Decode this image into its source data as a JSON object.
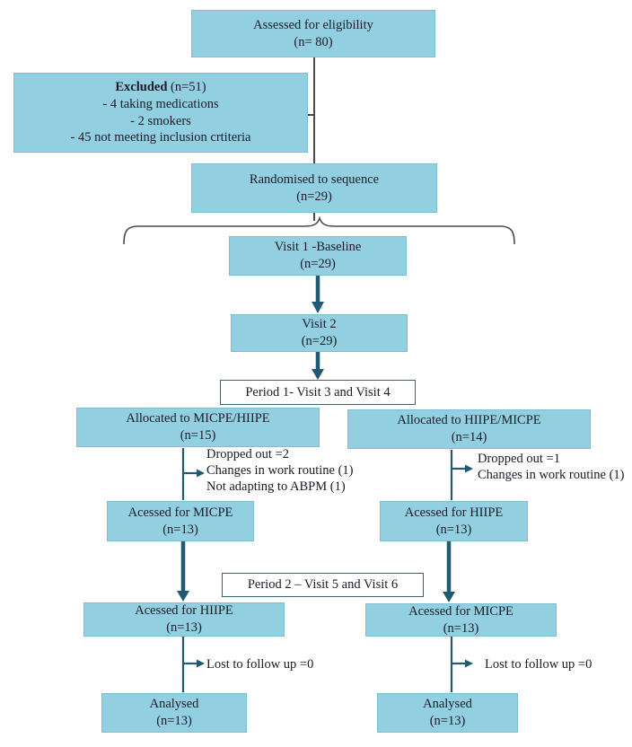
{
  "palette": {
    "box_fill": "#92cfe0",
    "box_border": "#7bbdd3",
    "arrow_color": "#1f5a73",
    "line_color": "#4a4a4a",
    "period_border": "#41626c",
    "text_color": "#1b1b28"
  },
  "nodes": {
    "assessed": {
      "line1": "Assessed for eligibility",
      "line2": "(n= 80)"
    },
    "excluded": {
      "title": "Excluded",
      "count": " (n=51)",
      "items": [
        "- 4 taking medications",
        "- 2 smokers",
        "- 45 not meeting inclusion crtiteria"
      ]
    },
    "randomised": {
      "line1": "Randomised to sequence",
      "line2": "(n=29)"
    },
    "visit1": {
      "line1": "Visit 1 -Baseline",
      "line2": "(n=29)"
    },
    "visit2": {
      "line1": "Visit 2",
      "line2": "(n=29)"
    },
    "period1": {
      "label": "Period 1- Visit 3 and Visit 4"
    },
    "alloc_left": {
      "line1": "Allocated to MICPE/HIIPE",
      "line2": "(n=15)"
    },
    "alloc_right": {
      "line1": "Allocated to HIIPE/MICPE",
      "line2": "(n=14)"
    },
    "acessed_micpe_p1": {
      "line1": "Acessed for MICPE",
      "line2": "(n=13)"
    },
    "acessed_hiipe_p1": {
      "line1": "Acessed for HIIPE",
      "line2": "(n=13)"
    },
    "period2": {
      "label": "Period 2 – Visit 5 and Visit 6"
    },
    "acessed_hiipe_p2": {
      "line1": "Acessed for HIIPE",
      "line2": "(n=13)"
    },
    "acessed_micpe_p2": {
      "line1": "Acessed for MICPE",
      "line2": "(n=13)"
    },
    "analysed_left": {
      "line1": "Analysed",
      "line2": "(n=13)"
    },
    "analysed_right": {
      "line1": "Analysed",
      "line2": "(n=13)"
    }
  },
  "annotations": {
    "dropout_left": {
      "lines": [
        "Dropped out =2",
        "Changes in work routine (1)",
        "Not adapting to ABPM (1)"
      ]
    },
    "dropout_right": {
      "lines": [
        "Dropped out =1",
        "Changes in work routine (1)"
      ]
    },
    "lost_left": "Lost to follow up =0",
    "lost_right": "Lost to follow up =0"
  }
}
